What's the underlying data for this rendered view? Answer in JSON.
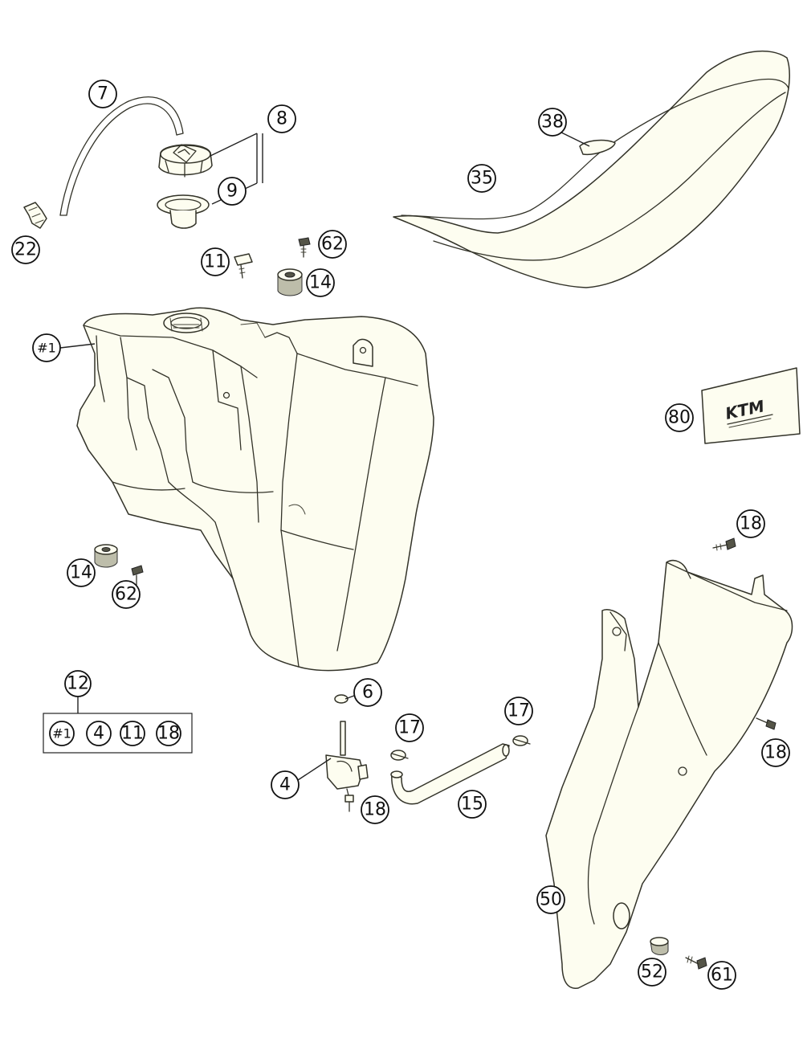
{
  "diagram": {
    "callouts": {
      "c7": "7",
      "c8": "8",
      "c9": "9",
      "c22": "22",
      "c11": "11",
      "c62a": "62",
      "c14a": "14",
      "c38": "38",
      "c35": "35",
      "c1": "#1",
      "c80": "80",
      "c14b": "14",
      "c62b": "62",
      "c18a": "18",
      "c12": "12",
      "c6": "6",
      "c17a": "17",
      "c17b": "17",
      "c4": "4",
      "c18b": "18",
      "c15": "15",
      "c18c": "18",
      "c50": "50",
      "c52": "52",
      "c61": "61"
    },
    "kit_group": {
      "items": [
        "#1",
        "4",
        "11",
        "18"
      ]
    },
    "logo_text": "KTM"
  }
}
